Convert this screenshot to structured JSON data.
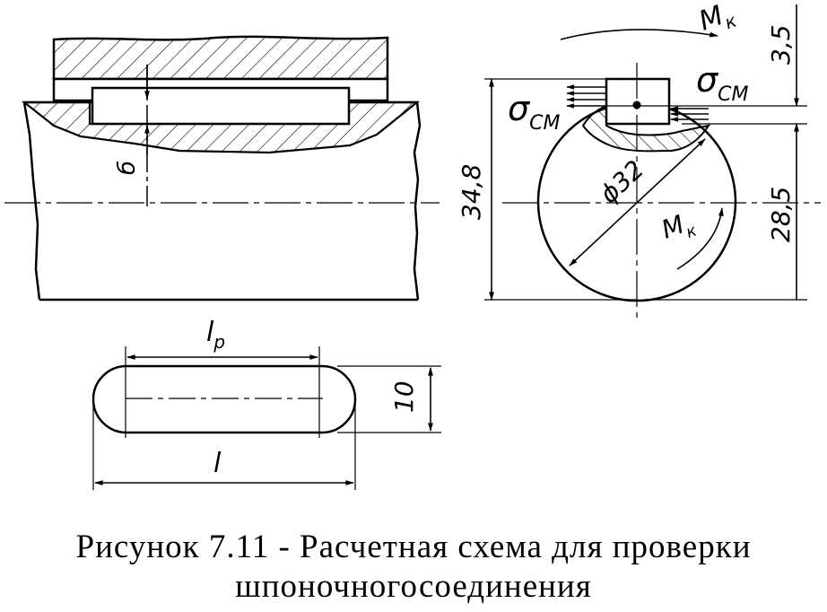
{
  "labels": {
    "b": "б",
    "h_total": "34,8",
    "diameter": "ϕ32",
    "t1": "3,5",
    "t2": "28,5",
    "torque": "М",
    "torque_sub": "к",
    "stress": "σ",
    "stress_sub": "СМ",
    "lp": "l",
    "lp_sub": "р",
    "l": "l",
    "key_width": "10"
  },
  "caption": {
    "line1": "Рисунок 7.11 - Расчетная схема для проверки",
    "line2": "шпоночногосоединения"
  }
}
